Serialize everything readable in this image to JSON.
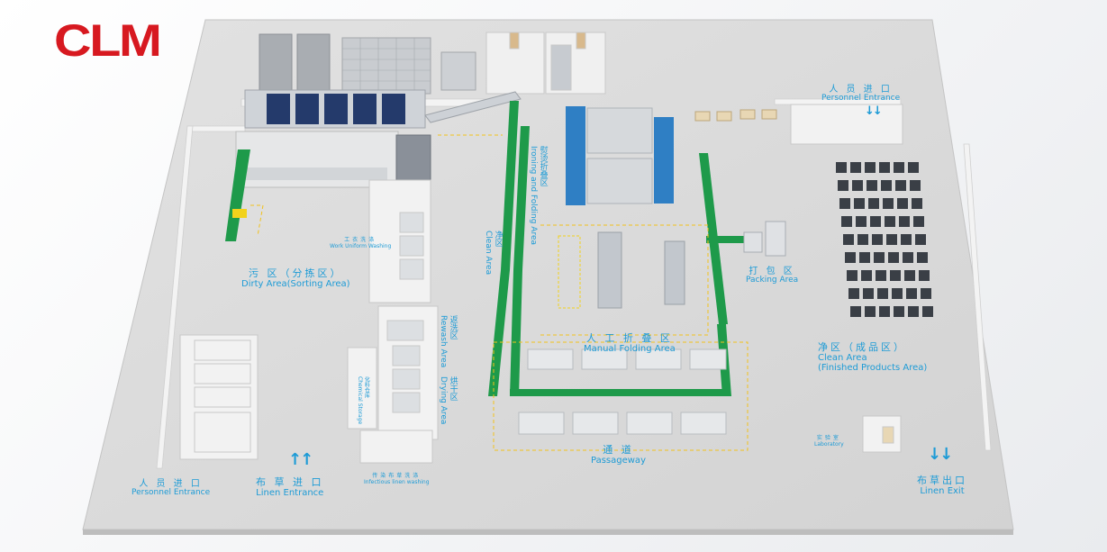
{
  "brand": {
    "logo_text": "CLM",
    "color": "#d71920"
  },
  "colors": {
    "floor": "#d9d9d9",
    "wall": "#f1f1f1",
    "conveyor": "#1e9a4a",
    "label": "#1d9bd6",
    "machine": "#bfc5cc",
    "dryer": "#7a8088"
  },
  "zones": {
    "dirty_area": {
      "zh": "污 区（分拣区）",
      "en": "Dirty Area(Sorting Area)"
    },
    "work_uniform": {
      "zh": "工衣洗涤",
      "en": "Work Uniform Washing"
    },
    "rewash": {
      "zh": "返洗区",
      "en": "Rewash Area"
    },
    "drying": {
      "zh": "烘干区",
      "en": "Drying Area"
    },
    "chemical": {
      "zh": "化料仓库",
      "en": "Chemical Storage"
    },
    "infectious": {
      "zh": "传染布草洗涤",
      "en": "Infectious linen washing"
    },
    "clean_vertical": {
      "zh": "净区",
      "en": "Clean Area"
    },
    "ironing": {
      "zh": "熨烫折叠区",
      "en": "Ironing and Folding Area"
    },
    "manual_folding": {
      "zh": "人 工 折 叠 区",
      "en": "Manual Folding Area"
    },
    "packing": {
      "zh": "打 包 区",
      "en": "Packing Area"
    },
    "clean_finished": {
      "zh": "净区（成品区）",
      "en": "Clean      Area",
      "en2": "(Finished Products Area)"
    },
    "passageway": {
      "zh": "通        道",
      "en": "Passageway"
    },
    "laboratory": {
      "zh": "实验室",
      "en": "Laboratory"
    },
    "personnel_top": {
      "zh": "人 员 进 口",
      "en": "Personnel  Entrance"
    },
    "personnel_bottom": {
      "zh": "人 员 进 口",
      "en": "Personnel Entrance"
    },
    "linen_entrance": {
      "zh": "布 草 进 口",
      "en": "Linen Entrance"
    },
    "linen_exit": {
      "zh": "布草出口",
      "en": "Linen Exit"
    }
  },
  "arrows": {
    "up": "↑↑",
    "down": "↓↓"
  }
}
